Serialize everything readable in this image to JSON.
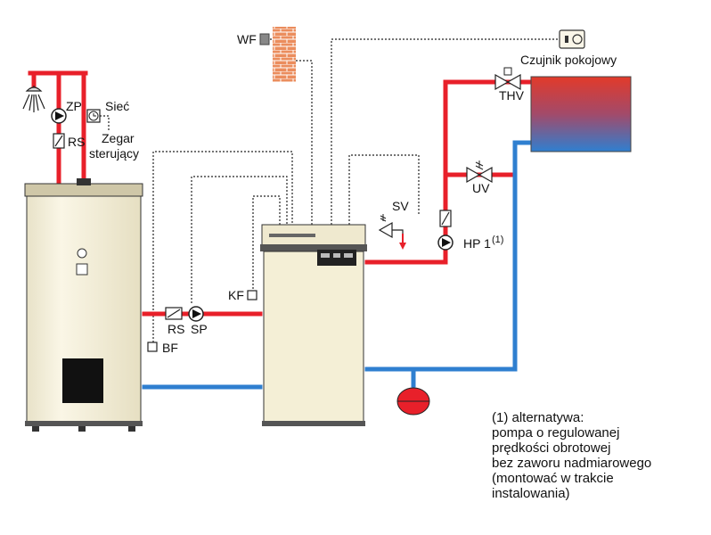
{
  "labels": {
    "wf": "WF",
    "czujnik": "Czujnik pokojowy",
    "thv": "THV",
    "zp": "ZP",
    "siec": "Sieć",
    "rs_top": "RS",
    "zegar_1": "Zegar",
    "zegar_2": "sterujący",
    "uv": "UV",
    "sv": "SV",
    "hp1": "HP 1",
    "hp1_sup": "(1)",
    "kf": "KF",
    "rs_bottom": "RS",
    "sp": "SP",
    "bf": "BF"
  },
  "note": [
    "(1) alternatywa:",
    "pompa o regulowanej",
    "prędkości obrotowej",
    "bez zaworu nadmiarowego",
    "(montować w trakcie",
    "instalowania)"
  ],
  "colors": {
    "supply_pipe": "#e8202a",
    "return_pipe": "#2f7fd0",
    "tank_body": "#f6f1dc",
    "boiler_body": "#f4efd6",
    "brick": "#e8895a"
  }
}
